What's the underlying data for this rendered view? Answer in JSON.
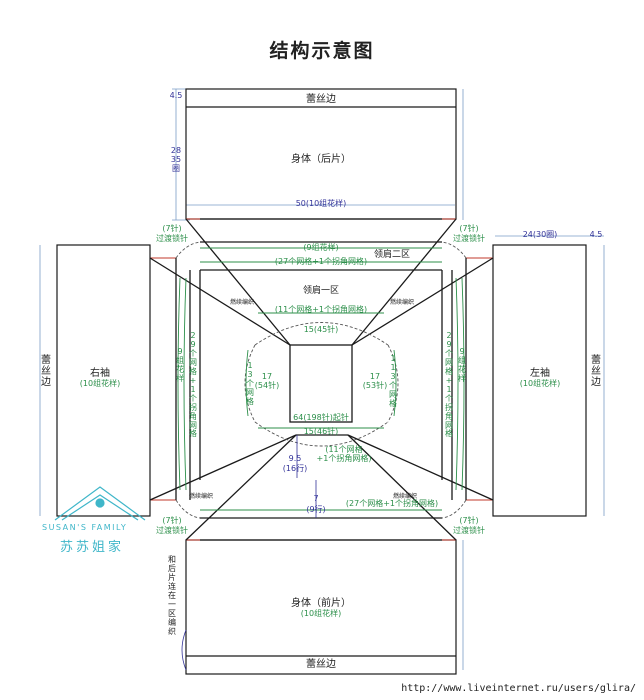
{
  "title": "结构示意图",
  "labels": {
    "lace_top": "蕾丝边",
    "lace_bottom": "蕾丝边",
    "lace_left": "蕾丝边",
    "lace_right": "蕾丝边",
    "back_body": "身体（后片）",
    "front_body": "身体（前片）",
    "front_body_sub": "(10组花样)",
    "right_sleeve": "右袖",
    "right_sleeve_sub": "(10组花样)",
    "left_sleeve": "左袖",
    "left_sleeve_sub": "(10组花样)",
    "yoke_zone1": "领肩一区",
    "yoke_zone2": "领肩二区",
    "back_width": "50(10组花样)",
    "sleeve_width": "24(30圈)",
    "m_4_5_top": "4.5",
    "m_4_5_right": "4.5",
    "m_28": "28",
    "m_35": "35",
    "m_circle": "圈",
    "trans_tl_a": "(7针)",
    "trans_tl_b": "过渡锁针",
    "trans_tr_a": "(7针)",
    "trans_tr_b": "过渡锁针",
    "trans_bl_a": "(7针)",
    "trans_bl_b": "过渡锁针",
    "trans_br_a": "(7针)",
    "trans_br_b": "过渡锁针",
    "top_9": "(9组花样)",
    "top_27": "(27个网格+1个拐角网格)",
    "bottom_27": "(27个网格+1个拐角网格)",
    "inner_11_top": "(11个网格+1个拐角网格)",
    "inner_15_top": "15(45针)",
    "inner_15_bottom": "15(46针)",
    "inner_11_bottom_a": "(11个网格",
    "inner_11_bottom_b": "+1个拐角网格)",
    "neck": "64(198针)起针",
    "m_9_5": "9.5",
    "m_16": "(16行)",
    "m_7": "7",
    "m_9row": "(9行)",
    "weave_tl": "燃续编织",
    "weave_tr": "燃续编织",
    "weave_bl": "燃续编织",
    "weave_br": "燃续编织",
    "left_29": "29个网格+1个拐角网格",
    "left_9": "9组花样",
    "left_13": "13个网格",
    "left_17": "17",
    "left_54": "(54针)",
    "right_29": "29个网格+1个拐角网格",
    "right_9": "9组花样",
    "right_13": "1 13个网格",
    "right_17": "17",
    "right_53": "(53针)",
    "front_note": "和后片连在一区编织",
    "brand_en": "SUSAN'S FAMILY",
    "brand_cn": "苏苏姐家",
    "url": "http://www.liveinternet.ru/users/glira/"
  },
  "colors": {
    "line": "#1a1a1a",
    "green": "#2c8f4a",
    "blue": "#333399",
    "red": "#c0392b",
    "brand": "#3fb6c9"
  }
}
